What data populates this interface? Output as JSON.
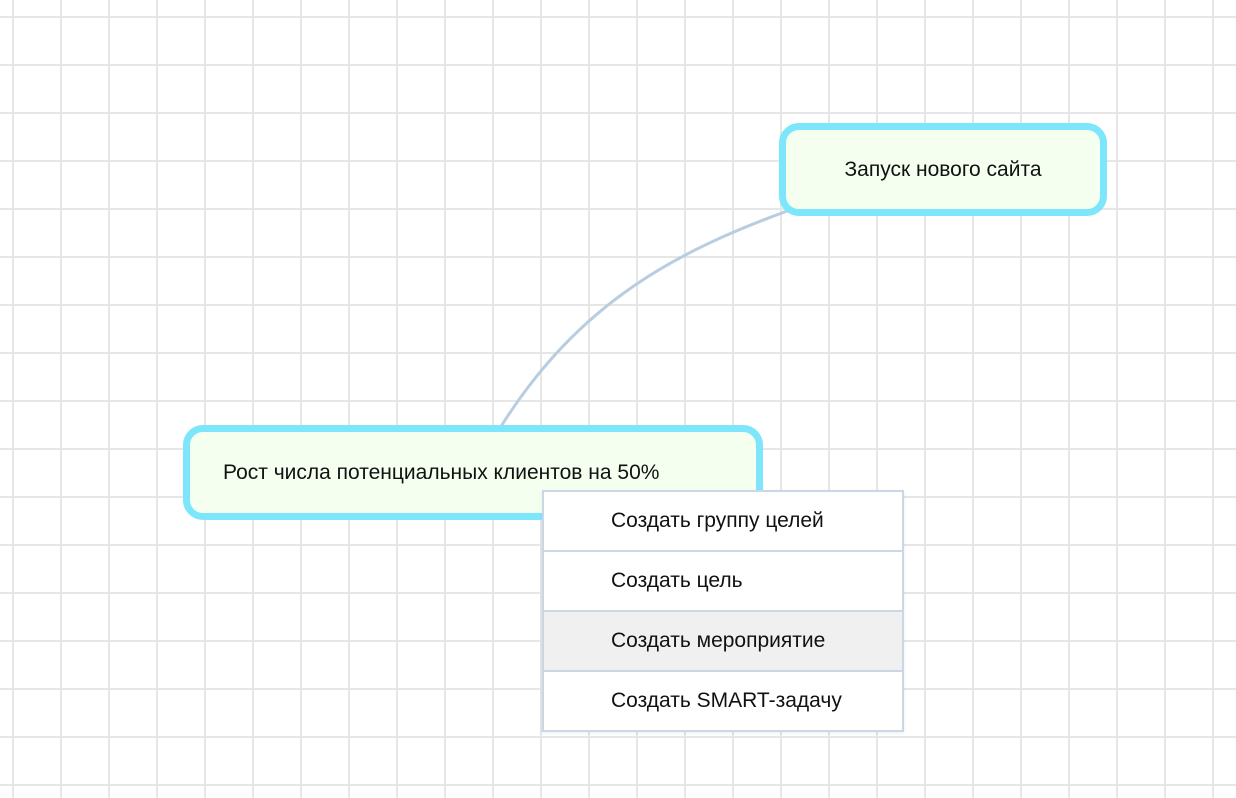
{
  "diagram": {
    "nodes": {
      "goal_site": {
        "label": "Запуск нового сайта"
      },
      "goal_growth": {
        "label": "Рост числа потенциальных клиентов на 50%"
      }
    },
    "colors": {
      "node_border": "#7de6fb",
      "node_fill": "#f4fff0",
      "connector": "#b8cde0",
      "grid": "#e6e6e6",
      "menu_border": "#cad8e6",
      "menu_highlight": "#f0f0f0"
    }
  },
  "context_menu": {
    "items": [
      {
        "label": "Создать группу целей",
        "highlighted": false
      },
      {
        "label": "Создать цель",
        "highlighted": false
      },
      {
        "label": "Создать мероприятие",
        "highlighted": true
      },
      {
        "label": "Создать SMART-задачу",
        "highlighted": false
      }
    ]
  }
}
